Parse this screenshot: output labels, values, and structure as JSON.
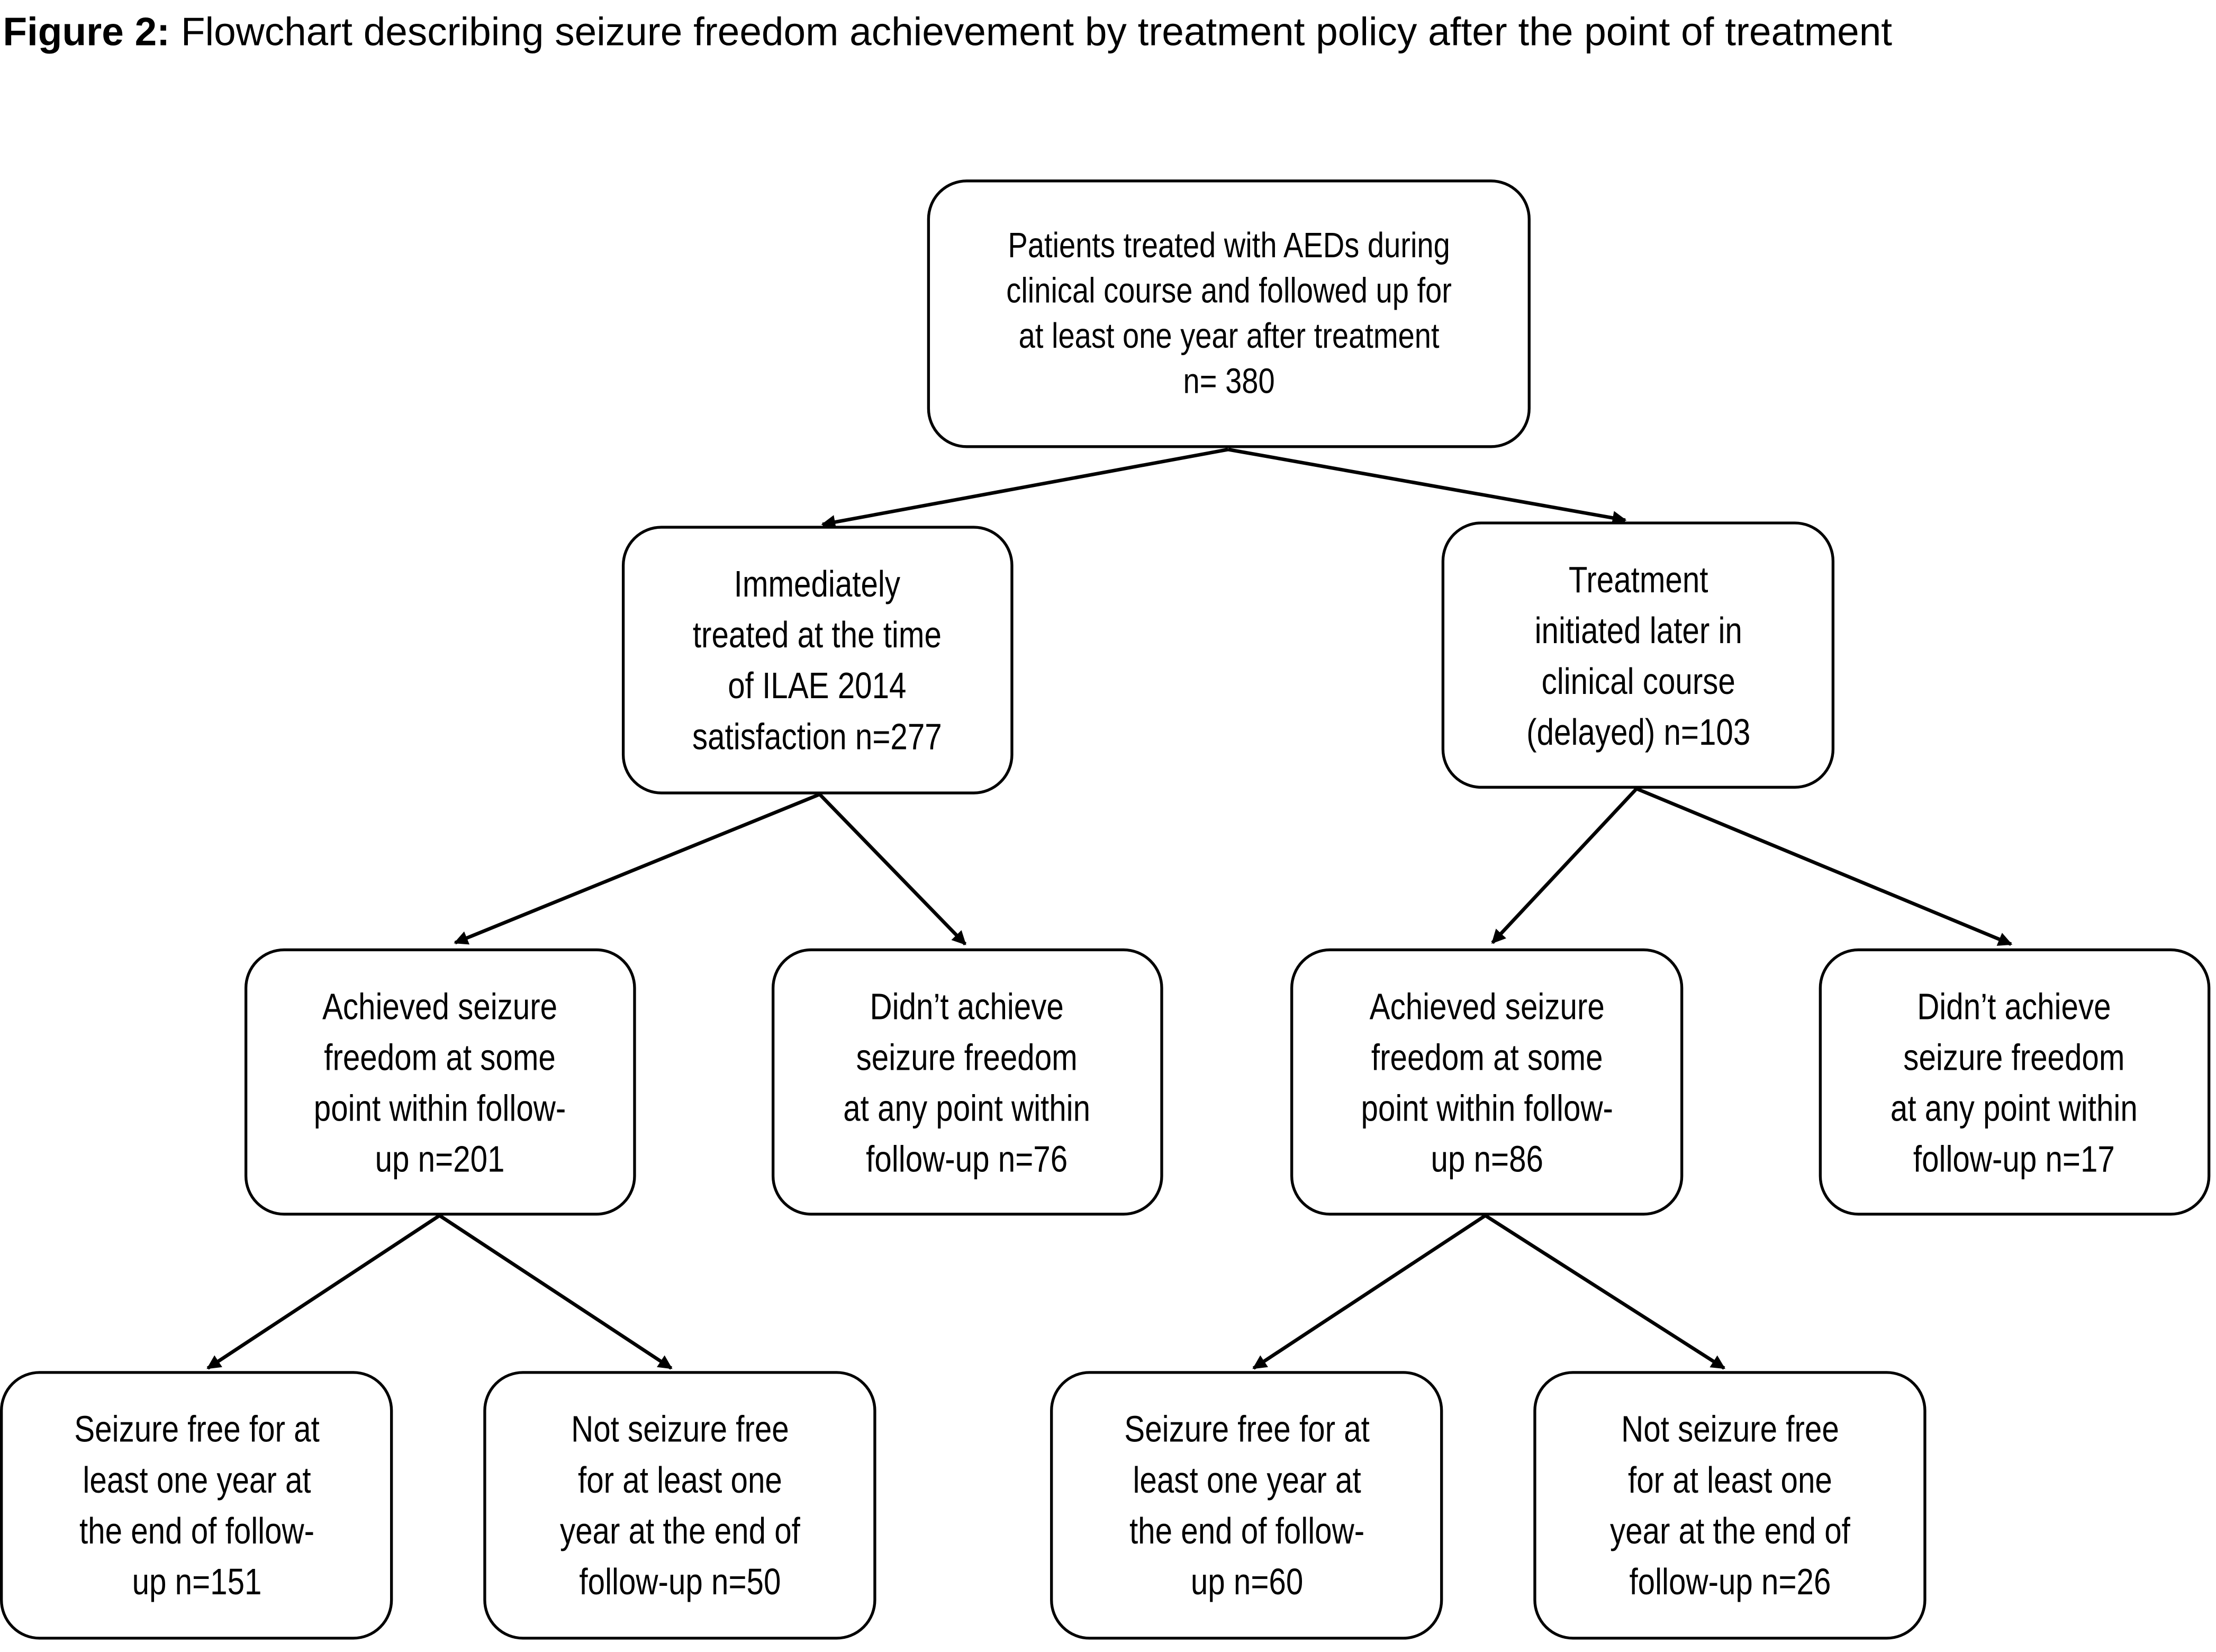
{
  "title": {
    "label": "Figure 2:",
    "text": " Flowchart describing seizure freedom achievement by treatment policy after the point of treatment"
  },
  "nodes": {
    "root": [
      "Patients treated with AEDs during",
      "clinical course and followed up for",
      "at least one year after treatment",
      "n= 380"
    ],
    "immediate": [
      "Immediately",
      "treated at the time",
      "of ILAE 2014",
      "satisfaction n=277"
    ],
    "delayed": [
      "Treatment",
      "initiated later in",
      "clinical course",
      "(delayed) n=103"
    ],
    "imm_sf": [
      "Achieved seizure",
      "freedom at some",
      "point within follow-",
      "up n=201"
    ],
    "imm_nsf": [
      "Didn’t achieve",
      "seizure freedom",
      "at any point within",
      "follow-up n=76"
    ],
    "del_sf": [
      "Achieved seizure",
      "freedom at some",
      "point within follow-",
      "up n=86"
    ],
    "del_nsf": [
      "Didn’t achieve",
      "seizure freedom",
      "at any point within",
      "follow-up n=17"
    ],
    "imm_sf_end": [
      "Seizure free for at",
      "least one year at",
      "the end of follow-",
      "up n=151"
    ],
    "imm_nsf_end": [
      "Not seizure free",
      "for at least one",
      "year at the end of",
      "follow-up n=50"
    ],
    "del_sf_end": [
      "Seizure free for at",
      "least one year at",
      "the end of follow-",
      "up n=60"
    ],
    "del_nsf_end": [
      "Not seizure free",
      "for at least one",
      "year at the end of",
      "follow-up n=26"
    ]
  }
}
